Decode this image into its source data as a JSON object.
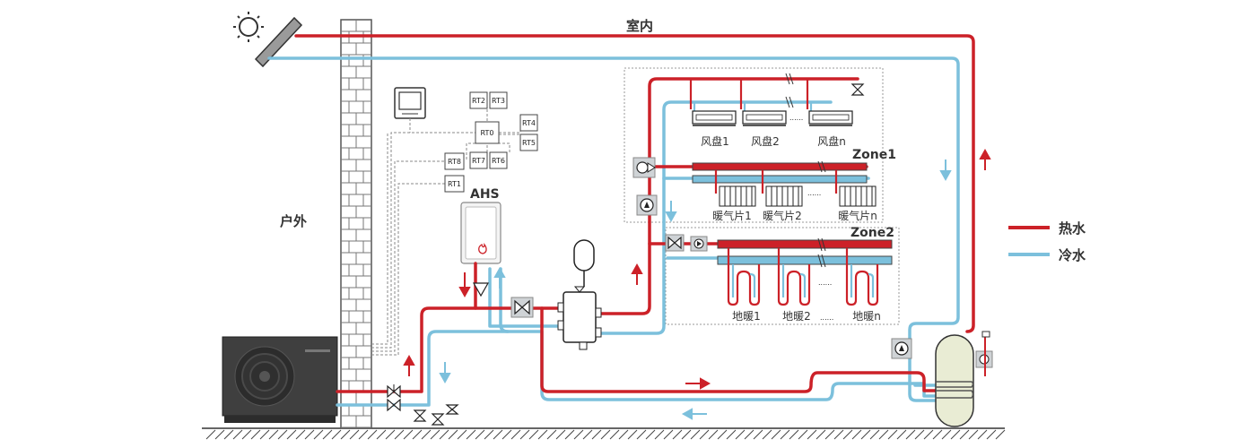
{
  "labels": {
    "indoor": "室内",
    "outdoor": "户外",
    "ahs": "AHS",
    "zone1": "Zone1",
    "zone2": "Zone2"
  },
  "fan_coils": [
    "风盘1",
    "风盘2",
    "风盘n"
  ],
  "radiators": [
    "暖气片1",
    "暖气片2",
    "暖气片n"
  ],
  "floor_heating": [
    "地暖1",
    "地暖2",
    "地暖n"
  ],
  "thermostats": {
    "main": "RT0",
    "others": [
      "RT1",
      "RT2",
      "RT3",
      "RT4",
      "RT5",
      "RT6",
      "RT7",
      "RT8"
    ]
  },
  "ellipsis": "......",
  "legend": [
    {
      "label": "热水",
      "color": "#cc2128"
    },
    {
      "label": "冷水",
      "color": "#7cc0dc"
    }
  ],
  "colors": {
    "hot": "#cc2128",
    "cold": "#7cc0dc",
    "wall": "#555555",
    "pump_box": "#cfd3d6"
  },
  "icons": [
    "sun-icon",
    "solar-panel-icon",
    "heat-pump-icon",
    "controller-icon",
    "boiler-icon",
    "flame-icon",
    "expansion-tank-icon",
    "buffer-tank-icon",
    "water-tank-icon",
    "pump-icon",
    "valve-icon",
    "fan-coil-icon",
    "radiator-icon",
    "floor-heating-icon"
  ]
}
